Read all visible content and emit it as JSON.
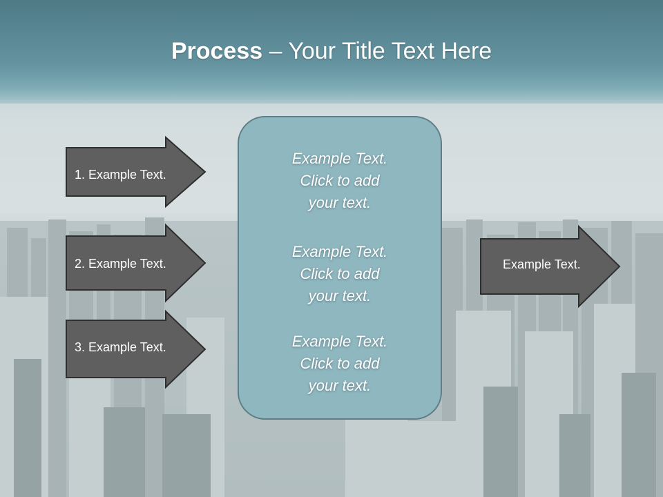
{
  "title": {
    "bold": "Process",
    "rest": " – Your Title Text Here"
  },
  "left_arrows": [
    {
      "label": "1. Example Text."
    },
    {
      "label": "2. Example Text."
    },
    {
      "label": "3. Example Text."
    }
  ],
  "center_box": {
    "blocks": [
      {
        "lines": [
          "Example Text.",
          "Click  to add",
          "your text."
        ]
      },
      {
        "lines": [
          "Example Text.",
          "Click  to add",
          "your text."
        ]
      },
      {
        "lines": [
          "Example Text.",
          "Click  to add",
          "your text."
        ]
      }
    ]
  },
  "right_arrow": {
    "label": "Example Text."
  },
  "colors": {
    "arrow_fill": "#5f5f5f",
    "arrow_stroke": "#2e2e2e",
    "box_fill": "#8fb7c0",
    "box_stroke": "#5f7d84",
    "title_band": "#5f8f9c"
  }
}
